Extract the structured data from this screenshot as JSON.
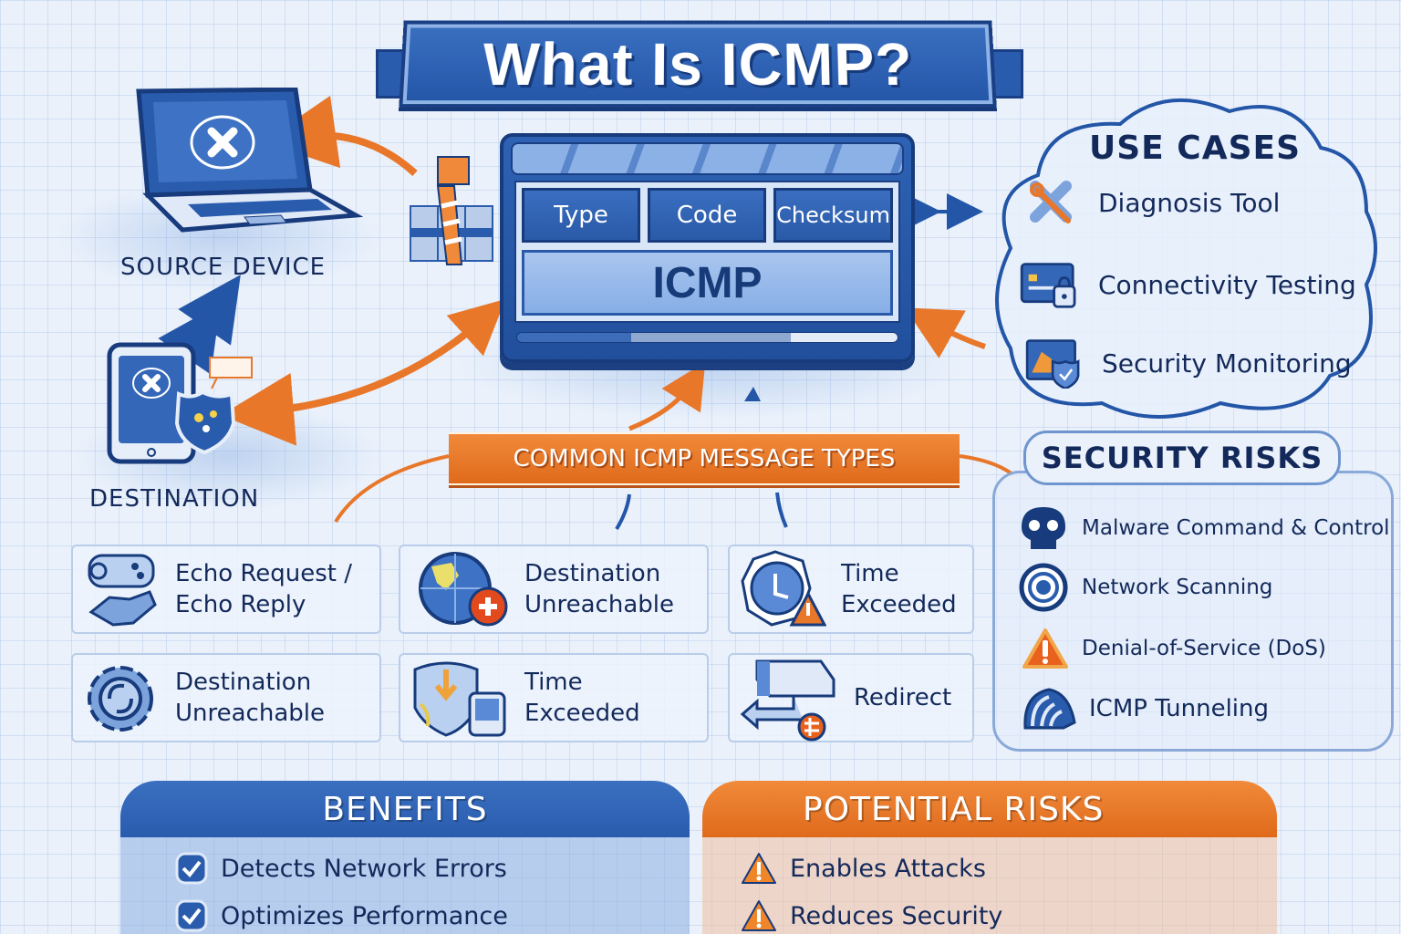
{
  "title": "What Is ICMP?",
  "colors": {
    "primary_blue": "#2456a8",
    "dark_navy": "#13295a",
    "accent_orange": "#e8772a",
    "background": "#eaf1fb"
  },
  "devices": {
    "source": {
      "label": "SOURCE DEVICE",
      "icon": "laptop-icon"
    },
    "destination": {
      "label": "DESTINATION",
      "icon": "tablet-shield-icon"
    }
  },
  "icmp_packet": {
    "fields": [
      "Type",
      "Code",
      "Checksum"
    ],
    "core_label": "ICMP"
  },
  "use_cases": {
    "heading": "USE CASES",
    "items": [
      {
        "label": "Diagnosis Tool",
        "icon": "wrench-tools-icon"
      },
      {
        "label": "Connectivity Testing",
        "icon": "card-lock-icon"
      },
      {
        "label": "Security Monitoring",
        "icon": "monitor-shield-icon"
      }
    ]
  },
  "security_risks": {
    "heading": "SECURITY RISKS",
    "items": [
      {
        "label": "Malware Command & Control",
        "icon": "skull-icon"
      },
      {
        "label": "Network Scanning",
        "icon": "target-icon"
      },
      {
        "label": "Denial-of-Service (DoS)",
        "icon": "warning-icon"
      },
      {
        "label": "ICMP Tunneling",
        "icon": "tunnel-icon"
      }
    ]
  },
  "message_types": {
    "heading": "COMMON ICMP MESSAGE TYPES",
    "cards": [
      {
        "line1": "Echo Request /",
        "line2": "Echo Reply",
        "icon": "chat-handshake-icon"
      },
      {
        "line1": "Destination",
        "line2": "Unreachable",
        "icon": "globe-error-icon"
      },
      {
        "line1": "Time",
        "line2": "Exceeded",
        "icon": "clock-warning-icon"
      },
      {
        "line1": "Destination",
        "line2": "Unreachable",
        "icon": "gear-cycle-icon"
      },
      {
        "line1": "Time",
        "line2": "Exceeded",
        "icon": "map-arrow-icon"
      },
      {
        "line1": "Redirect",
        "line2": "",
        "icon": "redirect-arrow-icon"
      }
    ]
  },
  "benefits": {
    "heading": "BENEFITS",
    "items": [
      "Detects Network Errors",
      "Optimizes Performance"
    ]
  },
  "potential_risks": {
    "heading": "POTENTIAL RISKS",
    "items": [
      "Enables Attacks",
      "Reduces Security"
    ]
  }
}
